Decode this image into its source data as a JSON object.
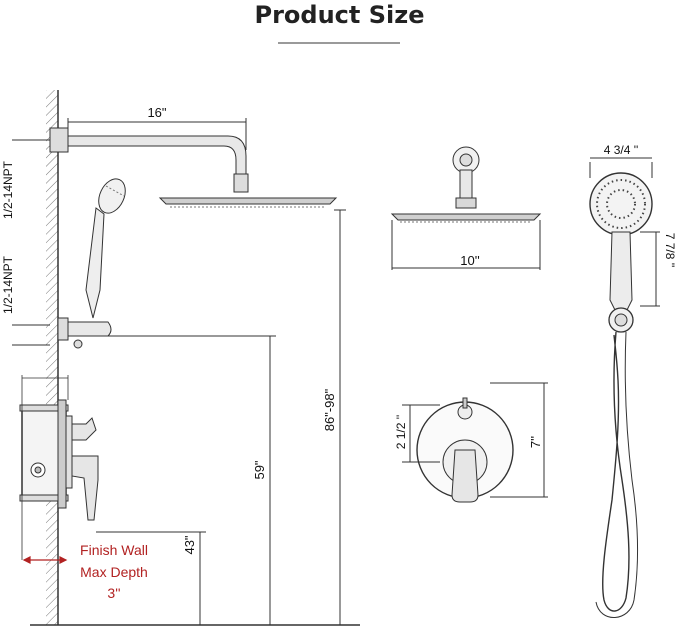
{
  "title": "Product Size",
  "colors": {
    "line": "#333333",
    "accent": "#b22222",
    "rule": "#9a9a9a"
  },
  "dims": {
    "arm_length": "16\"",
    "inlet_top": "1/2-14NPT",
    "inlet_bottom": "1/2-14NPT",
    "outlet_height": "59\"",
    "showerhead_height": "86\"-98\"",
    "valve_height": "43\"",
    "head_width": "10''",
    "hand_width": "4  3/4 ''",
    "hand_length": "7  7/8 ''",
    "valve_offset": "2  1/2 ''",
    "plate_diameter": "7''"
  },
  "finish_wall": {
    "line1": "Finish Wall",
    "line2": "Max Depth",
    "line3": "3''"
  }
}
